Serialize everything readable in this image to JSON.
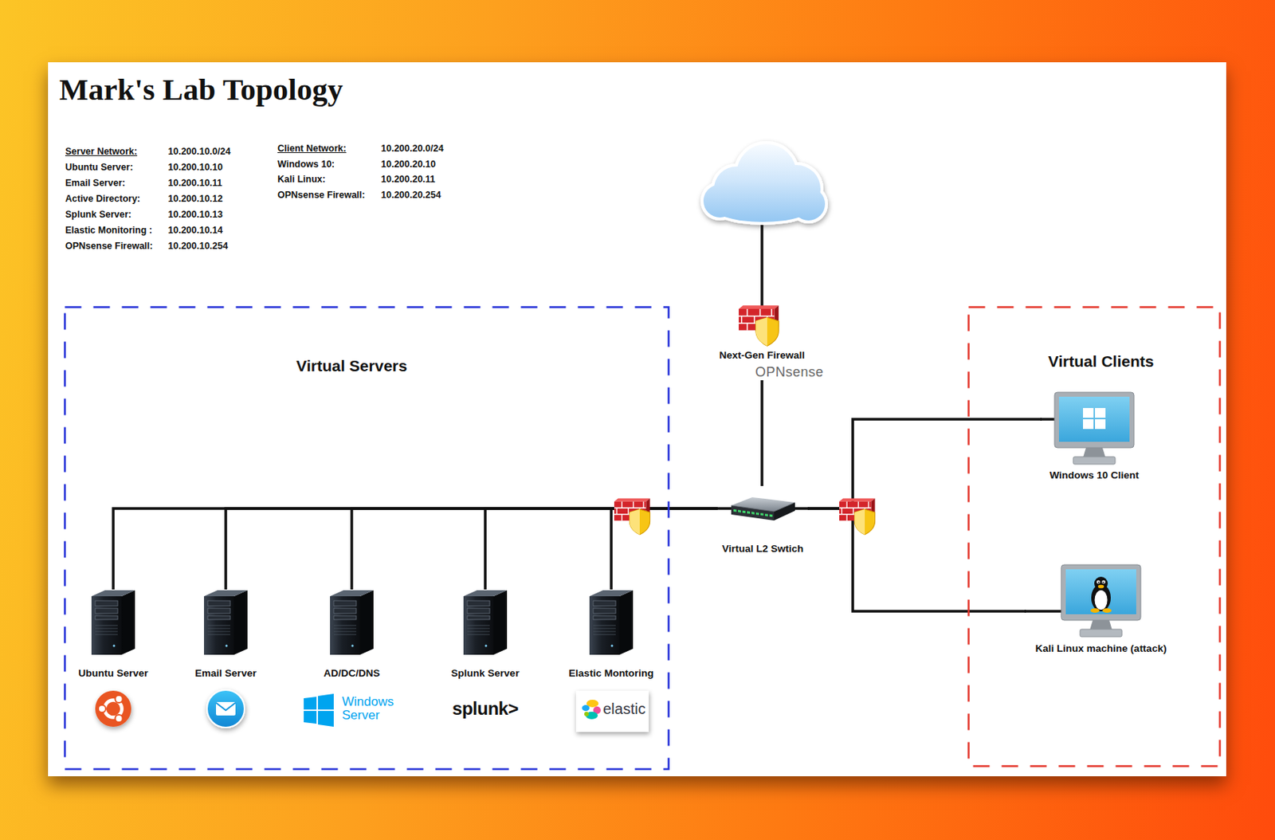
{
  "diagram": {
    "title": "Mark's Lab Topology",
    "nodes": [
      {
        "text": [
          "Next-Gen Firewall",
          "OPNsense"
        ]
      },
      {
        "text": [
          "Virtual Servers"
        ]
      },
      {
        "text": [
          "Ubuntu Server"
        ],
        "in": 1
      },
      {
        "text": [
          "Email Server"
        ],
        "in": 1
      },
      {
        "text": [
          "AD/DC/DNS",
          "Windows Server"
        ],
        "in": 1
      },
      {
        "text": [
          "Splunk Server",
          "splunk>"
        ],
        "in": 1
      },
      {
        "text": [
          "Elastic Montoring",
          "elastic"
        ],
        "in": 1
      },
      {
        "text": [
          "Virtual L2 Swtich"
        ]
      },
      {
        "text": [
          "Virtual Clients"
        ]
      },
      {
        "text": [
          "Windows 10 Client"
        ],
        "in": 8
      },
      {
        "text": [
          "Kali Linux machine (attack)"
        ],
        "in": 8
      }
    ],
    "edges": [
      {
        "from": 0,
        "to": 7,
        "arrow": "none"
      },
      {
        "from": 2,
        "to": 7,
        "arrow": "none"
      },
      {
        "from": 3,
        "to": 7,
        "arrow": "none"
      },
      {
        "from": 4,
        "to": 7,
        "arrow": "none"
      },
      {
        "from": 5,
        "to": 7,
        "arrow": "none"
      },
      {
        "from": 6,
        "to": 7,
        "arrow": "none"
      },
      {
        "from": 7,
        "to": 9,
        "arrow": "none"
      },
      {
        "from": 7,
        "to": 10,
        "arrow": "none"
      }
    ],
    "labels": [
      "Server Network:",
      "10.200.10.0/24",
      "Ubuntu Server:",
      "10.200.10.10",
      "Email Server:",
      "10.200.10.11",
      "Active Directory:",
      "10.200.10.12",
      "Splunk Server:",
      "10.200.10.13",
      "Elastic Monitoring :",
      "10.200.10.14",
      "OPNsense Firewall:",
      "10.200.10.254",
      "Client Network:",
      "10.200.20.0/24",
      "Windows 10:",
      "10.200.20.10",
      "Kali Linux:",
      "10.200.20.11",
      "OPNsense Firewall:",
      "10.200.20.254"
    ]
  }
}
